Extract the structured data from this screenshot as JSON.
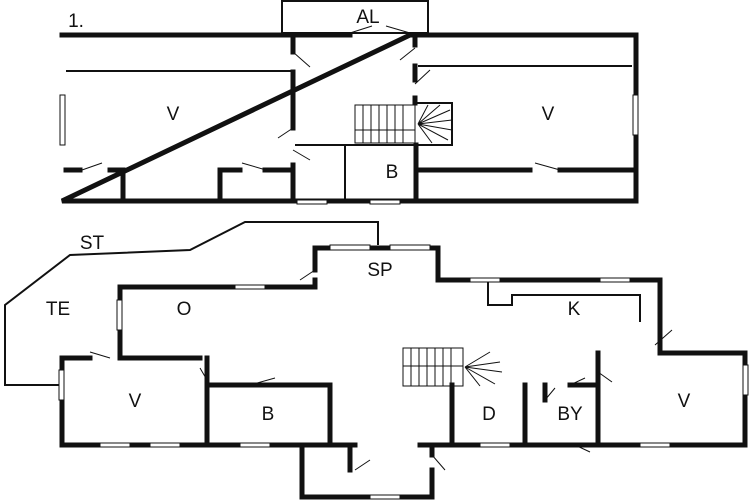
{
  "floor_label": "1.",
  "upper_floor": {
    "rooms": [
      "AL",
      "V",
      "V",
      "B"
    ]
  },
  "lower_floor": {
    "rooms": [
      "ST",
      "SP",
      "TE",
      "O",
      "K",
      "V",
      "B",
      "D",
      "BY",
      "V"
    ]
  }
}
